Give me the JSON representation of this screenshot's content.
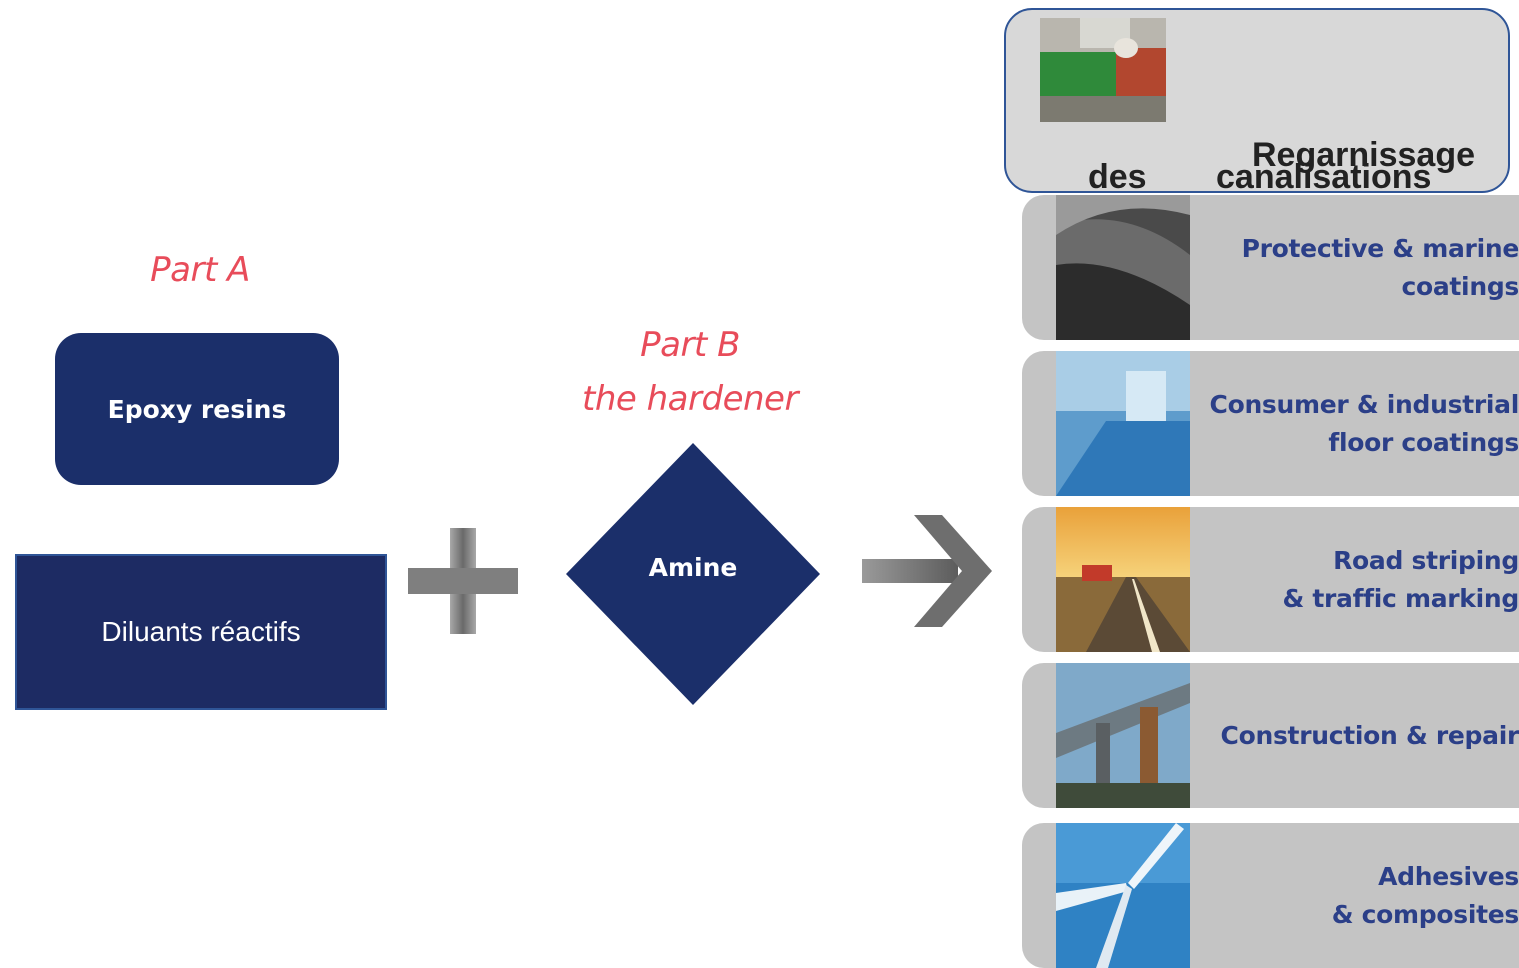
{
  "part_a": {
    "label": "Part A",
    "box_label": "Epoxy resins"
  },
  "diluants": {
    "label": "Diluants réactifs"
  },
  "part_b": {
    "label_line1": "Part B",
    "label_line2": "the hardener",
    "shape_label": "Amine"
  },
  "callout": {
    "line1": "Regarnissage",
    "line2_a": "des",
    "line2_b": "canalisations"
  },
  "applications": [
    {
      "text": "Protective & marine\ncoatings",
      "icon": "ship-hull-photo"
    },
    {
      "text": "Consumer & industrial\nfloor coatings",
      "icon": "floor-photo"
    },
    {
      "text": "Road striping\n& traffic marking",
      "icon": "road-photo"
    },
    {
      "text": "Construction & repair",
      "icon": "bridge-photo"
    },
    {
      "text": "Adhesives\n& composites",
      "icon": "wind-turbine-photo"
    }
  ],
  "colors": {
    "navy": "#1b2f6a",
    "accent_red": "#e84c5a",
    "application_text": "#2b3f88",
    "row_bg": "#c4c4c4"
  }
}
